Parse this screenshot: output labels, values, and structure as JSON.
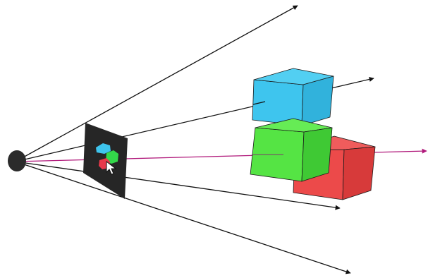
{
  "diagram": {
    "eye": {
      "color": "#2b2b2b"
    },
    "frustum_rays": {
      "color": "#111111",
      "count": 4
    },
    "pick_ray": {
      "color": "#b0187a"
    },
    "image_plane": {
      "color": "#262626"
    },
    "cubes": [
      {
        "id": "blue",
        "front": "#3ec5ee",
        "top": "#52cff2",
        "side": "#31b2dc"
      },
      {
        "id": "green",
        "front": "#55e444",
        "top": "#66ec55",
        "side": "#3fc934"
      },
      {
        "id": "red",
        "front": "#ec4a4a",
        "top": "#ef5c5c",
        "side": "#d73a3a"
      }
    ],
    "projection": {
      "blue": "#3ec5ee",
      "green": "#33d84a",
      "red": "#e8384a"
    },
    "cursor": {
      "fill": "#ffffff",
      "outline": "#111111"
    }
  }
}
